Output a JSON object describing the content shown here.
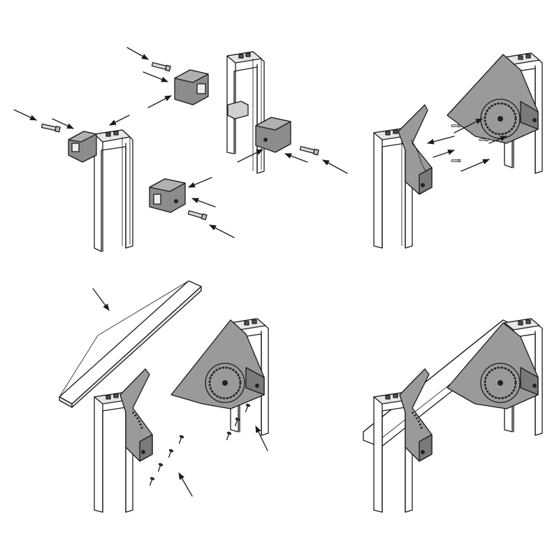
{
  "figure": {
    "kind": "assembly-instructions",
    "steps": [
      {
        "name": "step-1",
        "description_visible": ""
      },
      {
        "name": "step-2",
        "description_visible": ""
      },
      {
        "name": "step-3",
        "description_visible": ""
      },
      {
        "name": "step-4",
        "description_visible": ""
      }
    ],
    "colors": {
      "line": "#1a1a1a",
      "profile_fill": "#ffffff",
      "bracket_fill": "#9a9a9a",
      "bracket_dark": "#6f6f6f",
      "block_fill": "#8c8c8c",
      "background": "#ffffff"
    }
  }
}
